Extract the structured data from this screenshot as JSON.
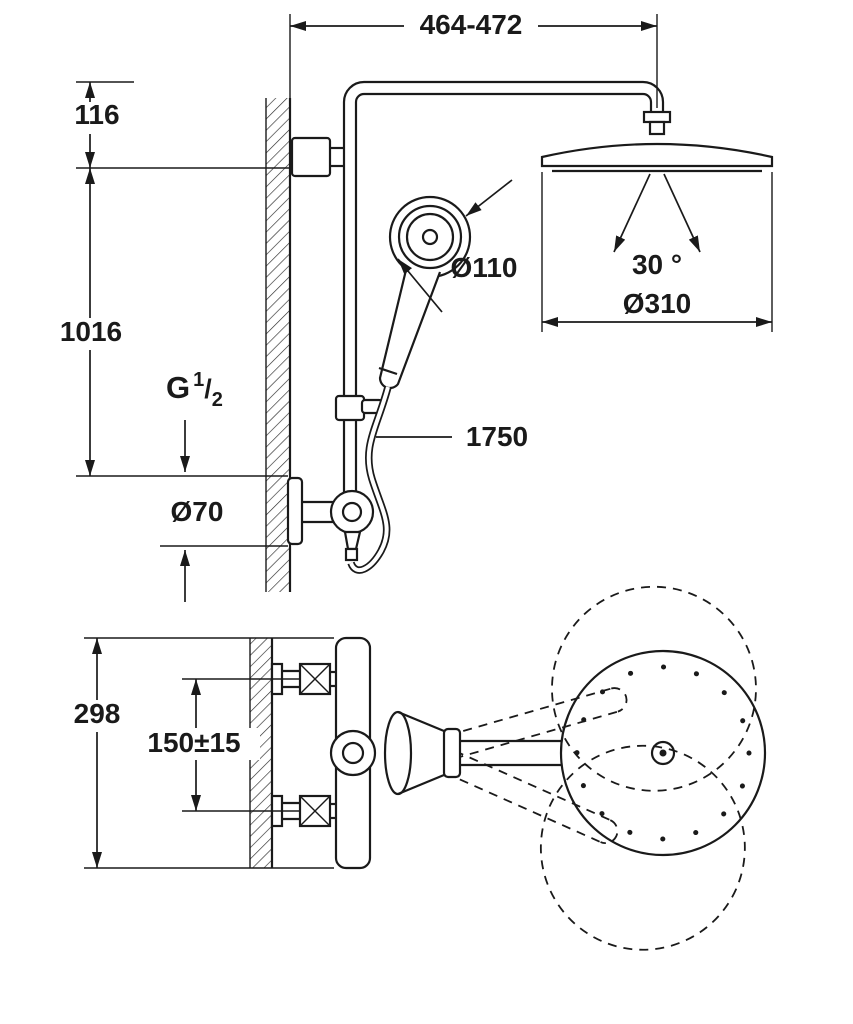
{
  "page": {
    "background": "#ffffff",
    "line_color": "#1a1a1a"
  },
  "side_view": {
    "dim_top_width": "464-472",
    "dim_wall_offset": "116",
    "dim_riser_height": "1016",
    "dim_hand_shower_diameter": "Ø110",
    "dim_spray_angle": "30 °",
    "dim_head_shower_diameter": "Ø310",
    "thread": {
      "letter": "G",
      "numerator": "1",
      "slash": "/",
      "denominator": "2"
    },
    "dim_hose_length": "1750",
    "dim_escutcheon_diameter": "Ø70"
  },
  "top_view": {
    "dim_valve_height": "298",
    "dim_inlet_spacing": "150±15"
  }
}
